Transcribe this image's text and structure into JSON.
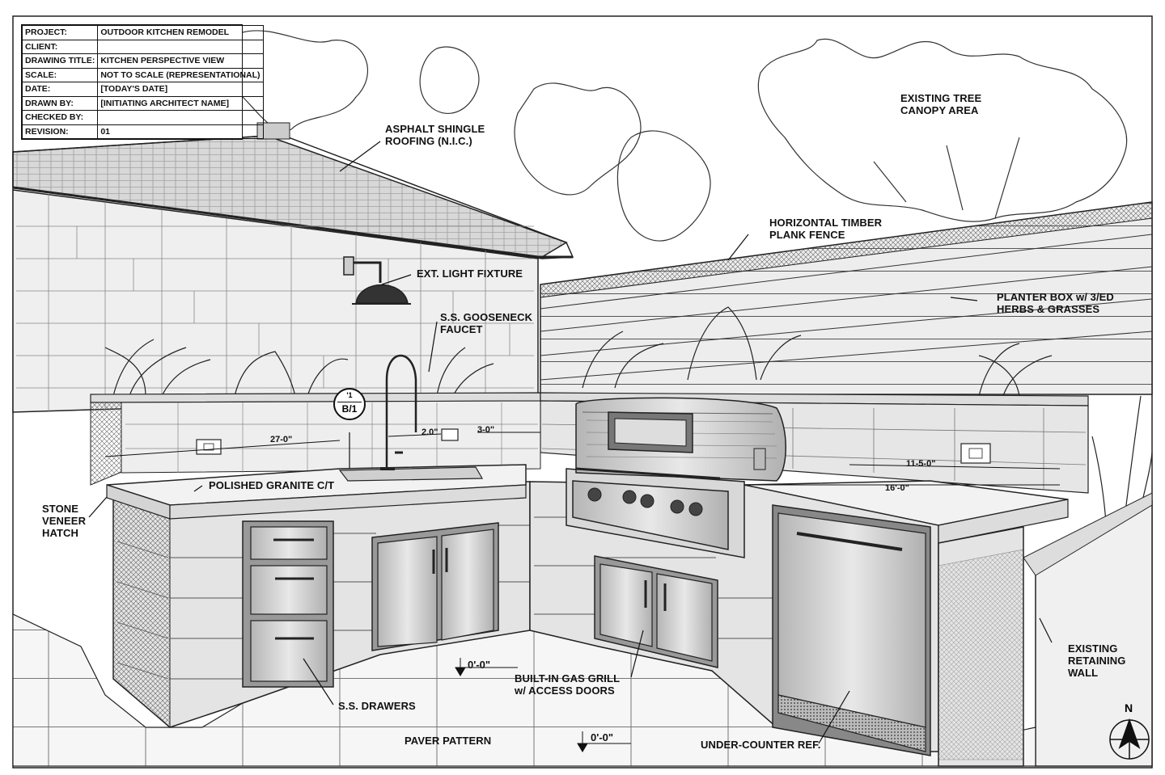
{
  "title_block": {
    "rows": [
      {
        "key": "PROJECT:",
        "value": "OUTDOOR KITCHEN REMODEL"
      },
      {
        "key": "CLIENT:",
        "value": ""
      },
      {
        "key": "DRAWING TITLE:",
        "value": "KITCHEN PERSPECTIVE VIEW"
      },
      {
        "key": "SCALE:",
        "value": "NOT TO SCALE (REPRESENTATIONAL)"
      },
      {
        "key": "DATE:",
        "value": "[TODAY'S DATE]"
      },
      {
        "key": "DRAWN BY:",
        "value": "[INITIATING ARCHITECT NAME]"
      },
      {
        "key": "CHECKED BY:",
        "value": ""
      },
      {
        "key": "REVISION:",
        "value": "01"
      }
    ]
  },
  "callouts": {
    "roofing_1": "ASPHALT SHINGLE",
    "roofing_2": "ROOFING (N.I.C.)",
    "tree_1": "EXISTING TREE",
    "tree_2": "CANOPY AREA",
    "fence_1": "HORIZONTAL TIMBER",
    "fence_2": "PLANK FENCE",
    "light": "EXT. LIGHT FIXTURE",
    "planter_1": "PLANTER BOX w/ 3/ED",
    "planter_2": "HERBS & GRASSES",
    "faucet_1": "S.S. GOOSENECK",
    "faucet_2": "FAUCET",
    "countertop": "POLISHED GRANITE C/T",
    "stone_1": "STONE",
    "stone_2": "VENEER",
    "stone_3": "HATCH",
    "wall_1": "EXISTING",
    "wall_2": "RETAINING",
    "wall_3": "WALL",
    "grill_1": "BUILT-IN GAS GRILL",
    "grill_2": "w/ ACCESS DOORS",
    "drawers": "S.S. DRAWERS",
    "paver": "PAVER PATTERN",
    "fridge": "UNDER-COUNTER REF."
  },
  "dimensions": {
    "d1": "27-0\"",
    "d2": "2.0\"",
    "d3": "3-0\"",
    "d4": "11-5-0\"",
    "d5": "16'-0\""
  },
  "elevations": {
    "e1": "0'-0\"",
    "e2": "0'-0\""
  },
  "section_tag": {
    "top": "'1",
    "bottom": "B/1"
  },
  "north_label": "N",
  "colors": {
    "line": "#1a1a1a",
    "stone_fill": "#e4e4e4",
    "steel": "#c9c9c9",
    "paper": "#ffffff"
  }
}
